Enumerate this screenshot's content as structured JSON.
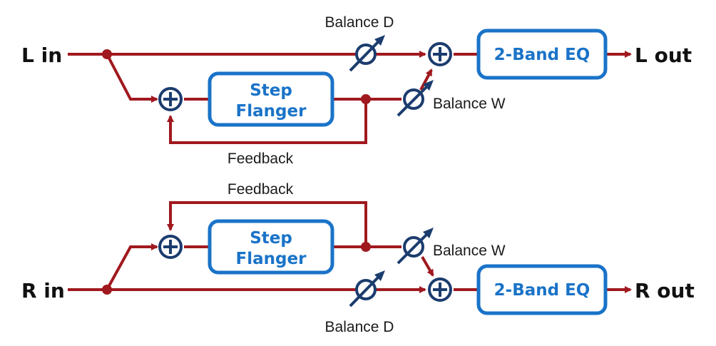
{
  "channels": {
    "left": {
      "input": "L in",
      "output": "L out",
      "effect_line1": "Step",
      "effect_line2": "Flanger",
      "eq": "2-Band EQ",
      "feedback": "Feedback",
      "balance_dry": "Balance D",
      "balance_wet": "Balance W"
    },
    "right": {
      "input": "R in",
      "output": "R out",
      "effect_line1": "Step",
      "effect_line2": "Flanger",
      "eq": "2-Band EQ",
      "feedback": "Feedback",
      "balance_dry": "Balance D",
      "balance_wet": "Balance W"
    }
  },
  "colors": {
    "signal_wire": "#a0191e",
    "block_border": "#1a73c8",
    "control": "#1b3c6e"
  }
}
